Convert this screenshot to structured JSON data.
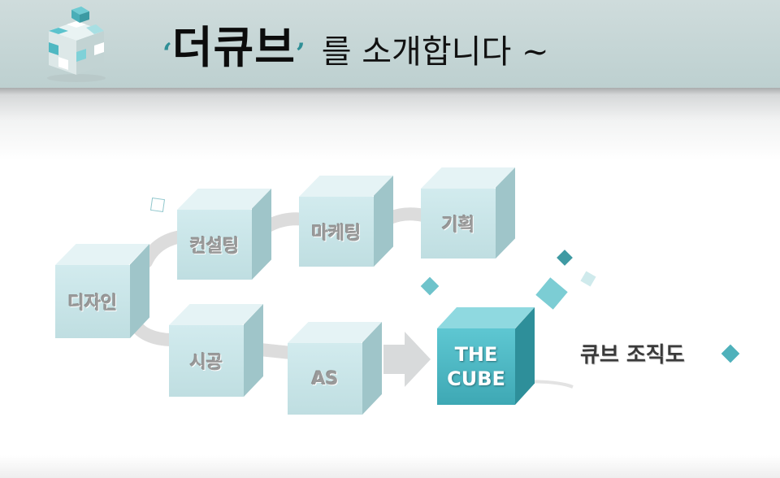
{
  "header": {
    "title_open_quote": "‘",
    "title_main": "더큐브",
    "title_close_quote": "’",
    "title_sub": "를 소개합니다 ~"
  },
  "process_steps": [
    {
      "label": "디자인"
    },
    {
      "label": "컨설팅"
    },
    {
      "label": "마케팅"
    },
    {
      "label": "기획"
    },
    {
      "label": "시공"
    },
    {
      "label": "AS"
    }
  ],
  "center_cube": {
    "line1": "THE",
    "line2": "CUBE"
  },
  "org_chart_link": {
    "label": "큐브 조직도"
  },
  "colors": {
    "header_bg": "#c7d7d7",
    "cube_face": "#c7e4e7",
    "accent_teal": "#3ea8b4",
    "label_gray": "#9a9a9a"
  }
}
